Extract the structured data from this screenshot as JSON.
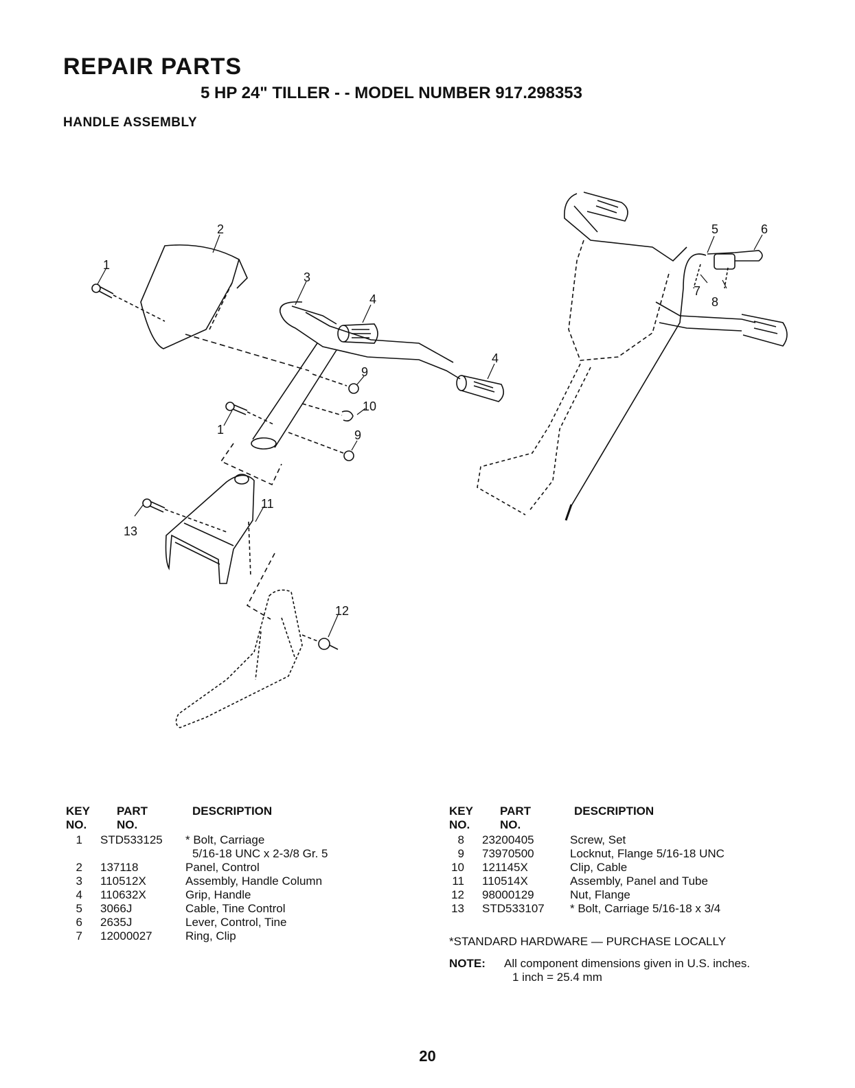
{
  "header": {
    "title": "REPAIR PARTS",
    "subtitle": "5 HP 24\" TILLER - - MODEL NUMBER 917.298353",
    "section": "HANDLE ASSEMBLY"
  },
  "diagram": {
    "callouts": [
      "1",
      "2",
      "3",
      "4",
      "4",
      "9",
      "10",
      "1",
      "9",
      "11",
      "13",
      "12",
      "5",
      "6",
      "7",
      "8"
    ]
  },
  "parts_table": {
    "headers": {
      "key": "KEY",
      "key2": "NO.",
      "part": "PART",
      "part2": "NO.",
      "desc": "DESCRIPTION"
    },
    "left": [
      {
        "key": "1",
        "part": "STD533125",
        "desc": "* Bolt, Carriage",
        "desc2": "5/16-18 UNC x 2-3/8 Gr. 5"
      },
      {
        "key": "2",
        "part": "137118",
        "desc": "Panel, Control"
      },
      {
        "key": "3",
        "part": "110512X",
        "desc": "Assembly, Handle Column"
      },
      {
        "key": "4",
        "part": "110632X",
        "desc": "Grip, Handle"
      },
      {
        "key": "5",
        "part": "3066J",
        "desc": "Cable, Tine Control"
      },
      {
        "key": "6",
        "part": "2635J",
        "desc": "Lever, Control, Tine"
      },
      {
        "key": "7",
        "part": "12000027",
        "desc": "Ring, Clip"
      }
    ],
    "right": [
      {
        "key": "8",
        "part": "23200405",
        "desc": "Screw, Set"
      },
      {
        "key": "9",
        "part": "73970500",
        "desc": "Locknut, Flange 5/16-18 UNC"
      },
      {
        "key": "10",
        "part": "121145X",
        "desc": "Clip, Cable"
      },
      {
        "key": "11",
        "part": "110514X",
        "desc": "Assembly, Panel and Tube"
      },
      {
        "key": "12",
        "part": "98000129",
        "desc": "Nut, Flange"
      },
      {
        "key": "13",
        "part": "STD533107",
        "desc": "* Bolt, Carriage 5/16-18 x 3/4"
      }
    ]
  },
  "footnotes": {
    "standard_hardware": "*STANDARD HARDWARE — PURCHASE LOCALLY",
    "note_label": "NOTE:",
    "note_text": "All component dimensions given in U.S. inches.",
    "note_text2": "1 inch = 25.4 mm"
  },
  "page_number": "20"
}
